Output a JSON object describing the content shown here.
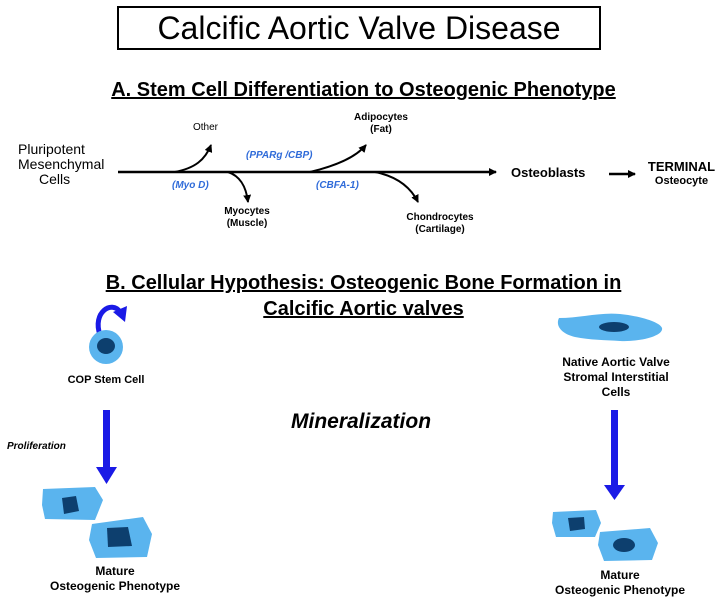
{
  "title": "Calcific Aortic Valve Disease",
  "section_a": {
    "heading": "A. Stem Cell Differentiation to Osteogenic Phenotype",
    "source_line1": "Pluripotent",
    "source_line2": "Mesenchymal",
    "source_line3": "Cells",
    "other": "Other",
    "myocytes_line1": "Myocytes",
    "myocytes_line2": "(Muscle)",
    "adipocytes_line1": "Adipocytes",
    "adipocytes_line2": "(Fat)",
    "chondrocytes_line1": "Chondrocytes",
    "chondrocytes_line2": "(Cartilage)",
    "factor_pparg": "(PPARg /CBP)",
    "factor_myod": "(Myo D)",
    "factor_cbfa": "(CBFA-1)",
    "osteoblasts": "Osteoblasts",
    "terminal": "TERMINAL",
    "osteocyte": "Osteocyte"
  },
  "section_b": {
    "heading_line1": "B.  Cellular Hypothesis: Osteogenic Bone Formation in",
    "heading_line2": "Calcific Aortic valves",
    "cop_label": "COP Stem Cell",
    "proliferation": "Proliferation",
    "mineralization": "Mineralization",
    "native_line1": "Native Aortic Valve",
    "native_line2": "Stromal Interstitial",
    "native_line3": "Cells",
    "left_mature_line1": "Mature",
    "left_mature_line2": "Osteogenic Phenotype",
    "right_mature_line1": "Mature",
    "right_mature_line2": "Osteogenic Phenotype"
  },
  "colors": {
    "cell_fill": "#5ab4ee",
    "nucleus_fill": "#0d3f6e",
    "arrow_blue": "#1a1ae6",
    "factor_text": "#2f6bd9"
  }
}
